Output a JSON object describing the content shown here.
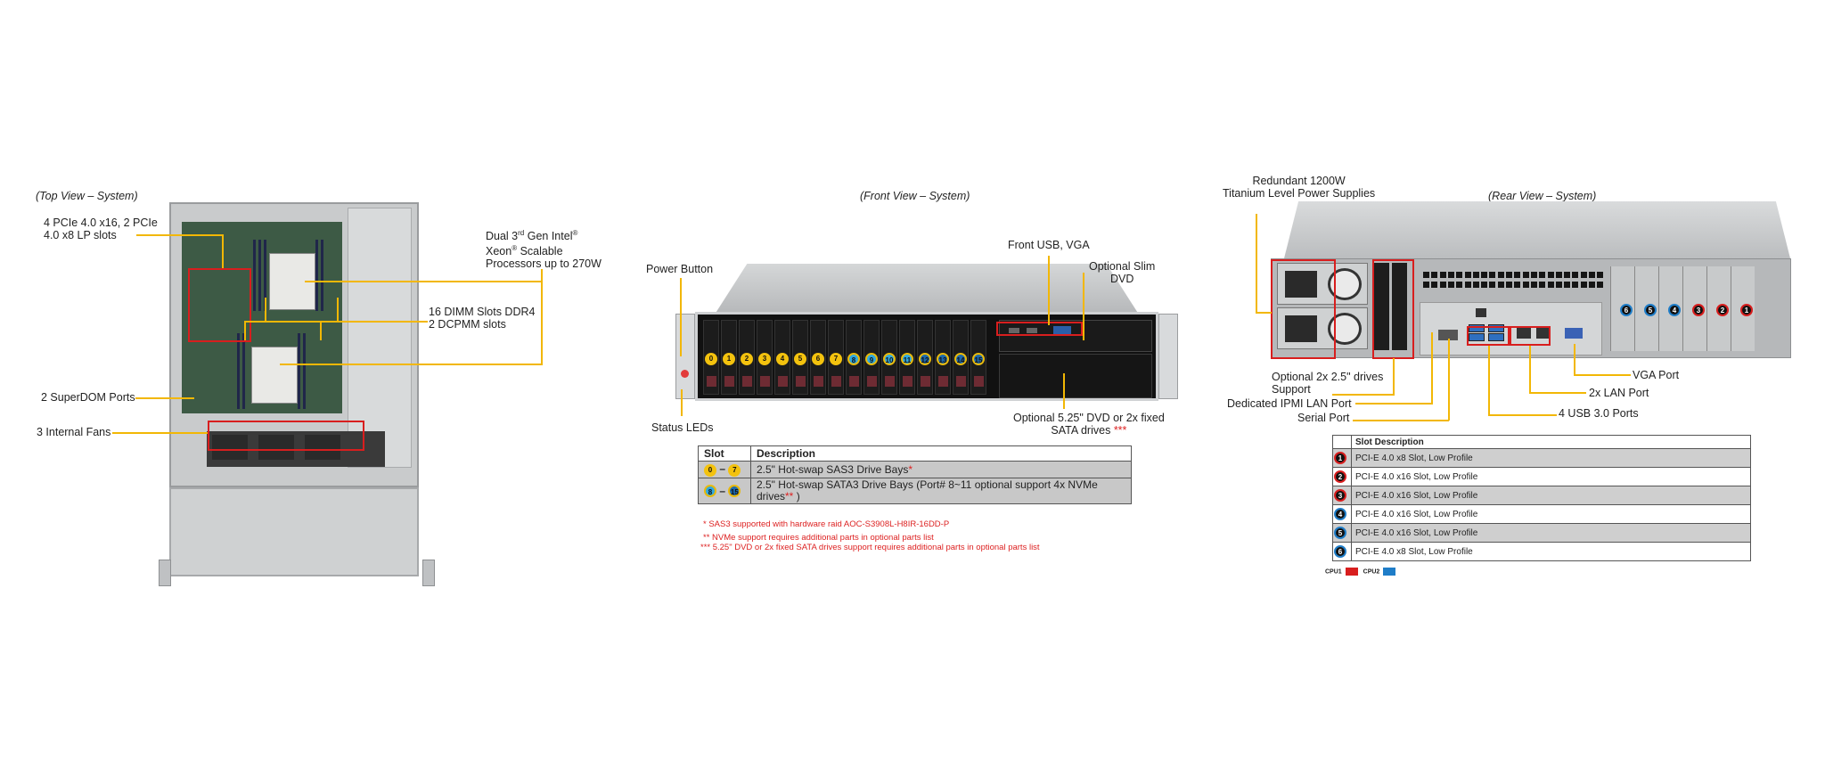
{
  "top_view": {
    "caption": "(Top View – System)",
    "labels": {
      "pcie_line1": "4 PCIe 4.0 x16, 2 PCIe",
      "pcie_line2": "4.0 x8 LP slots",
      "cpu_line1a": "Dual 3",
      "cpu_line1_sup": "rd",
      "cpu_line1b": " Gen Intel",
      "reg": "®",
      "cpu_line2a": "Xeon",
      "cpu_line2b": " Scalable",
      "cpu_line3": "Processors up to 270W",
      "dimm_line1": "16 DIMM Slots DDR4",
      "dimm_line2": "2 DCPMM slots",
      "superdom": "2 SuperDOM Ports",
      "fans": "3 Internal  Fans"
    }
  },
  "front_view": {
    "caption": "(Front View – System)",
    "labels": {
      "power_button": "Power Button",
      "status_leds": "Status LEDs",
      "front_usb_vga": "Front USB, VGA",
      "slim_dvd_line1": "Optional Slim",
      "slim_dvd_line2": "DVD",
      "dvd_line1": "Optional 5.25\" DVD or 2x fixed",
      "dvd_line2": "SATA drives ",
      "dvd_stars": "***"
    },
    "bays": [
      "0",
      "1",
      "2",
      "3",
      "4",
      "5",
      "6",
      "7",
      "8",
      "9",
      "10",
      "11",
      "12",
      "13",
      "14",
      "15"
    ],
    "table": {
      "headers": [
        "Slot",
        "Description"
      ],
      "rows": [
        {
          "from": "0",
          "to": "7",
          "sep": "–",
          "desc": "2.5\" Hot-swap  SAS3 Drive Bays",
          "mark": "*",
          "desc2": ""
        },
        {
          "from": "8",
          "to": "15",
          "sep": "–",
          "desc": "2.5\" Hot-swap  SATA3 Drive Bays (Port# 8~11 optional support 4x NVMe",
          "mark": "",
          "desc2": "drives",
          "mark2": "**",
          "tail": " )"
        }
      ]
    },
    "notes": [
      "* SAS3 supported with hardware  raid  AOC-S3908L-H8IR-16DD-P",
      "** NVMe support requires  additional parts in optional parts list",
      "*** 5.25\" DVD or 2x fixed SATA drives  support requires  additional parts in optional parts list"
    ]
  },
  "rear_view": {
    "caption": "(Rear View – System)",
    "labels": {
      "psu_line1": "Redundant  1200W",
      "psu_line2": "Titanium  Level Power Supplies",
      "drives_line1": "Optional  2x 2.5\" drives",
      "drives_line2": "Support",
      "ipmi": "Dedicated IPMI  LAN Port",
      "serial": "Serial Port",
      "usb": "4 USB 3.0 Ports",
      "lan": "2x LAN Port",
      "vga": "VGA Port"
    },
    "slot_badges": [
      "6",
      "5",
      "4",
      "3",
      "2",
      "1"
    ],
    "table": {
      "header": "Slot Description",
      "rows": [
        {
          "num": "1",
          "cpu": "red",
          "desc": "PCI-E 4.0 x8 Slot, Low Profile"
        },
        {
          "num": "2",
          "cpu": "red",
          "desc": "PCI-E 4.0 x16 Slot, Low Profile"
        },
        {
          "num": "3",
          "cpu": "red",
          "desc": "PCI-E 4.0 x16 Slot, Low Profile"
        },
        {
          "num": "4",
          "cpu": "blue",
          "desc": "PCI-E 4.0 x16 Slot, Low Profile"
        },
        {
          "num": "5",
          "cpu": "blue",
          "desc": "PCI-E 4.0 x16 Slot, Low Profile"
        },
        {
          "num": "6",
          "cpu": "blue",
          "desc": "PCI-E 4.0 x8 Slot, Low Profile"
        }
      ]
    },
    "legend": {
      "cpu1": "CPU1",
      "cpu2": "CPU2",
      "cpu1_color": "#d81e1e",
      "cpu2_color": "#1f7dc8"
    }
  },
  "colors": {
    "callout": "#f2b705",
    "highlight": "#d81e1e",
    "note_red": "#d22222"
  }
}
